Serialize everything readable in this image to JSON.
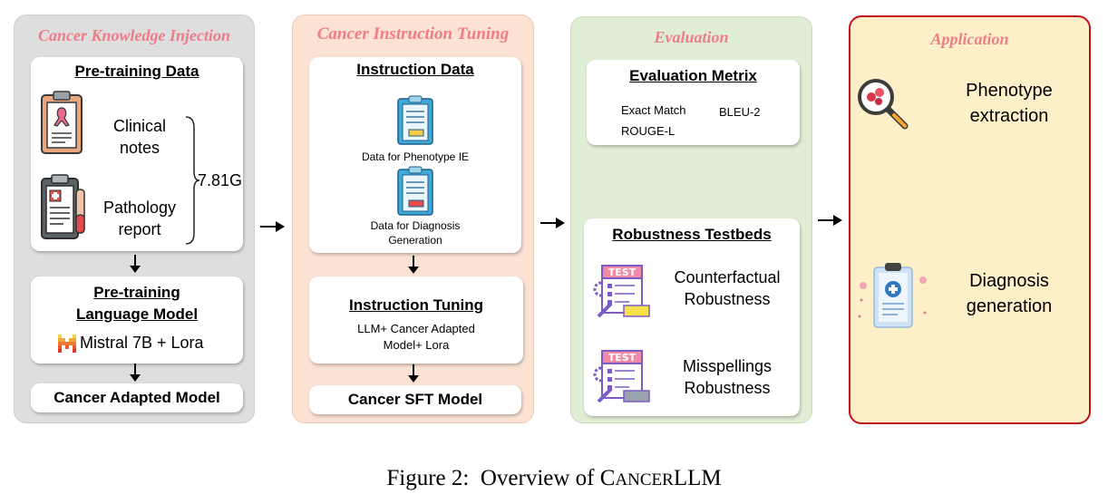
{
  "panels": {
    "injection": {
      "title": "Cancer Knowledge Injection",
      "pretraining_data": {
        "title": "Pre-training Data",
        "clinical_notes": [
          "Clinical",
          "notes"
        ],
        "pathology_report": [
          "Pathology",
          "report"
        ],
        "size": "7.81G"
      },
      "pretraining_model": {
        "title": [
          "Pre-training",
          "Language Model"
        ],
        "model": "Mistral 7B + Lora"
      },
      "adapted_model": "Cancer Adapted Model"
    },
    "instruction": {
      "title": "Cancer Instruction Tuning",
      "instruction_data": {
        "title": "Instruction Data",
        "phenotype": "Data for Phenotype IE",
        "diagnosis": [
          "Data for Diagnosis",
          "Generation"
        ]
      },
      "instruction_tuning": {
        "title": "Instruction Tuning",
        "desc": [
          "LLM+ Cancer Adapted",
          "Model+ Lora"
        ]
      },
      "sft_model": "Cancer SFT Model"
    },
    "evaluation": {
      "title": "Evaluation",
      "metrics": {
        "title": "Evaluation Metrix",
        "items": [
          "Exact Match",
          "BLEU-2",
          "ROUGE-L"
        ]
      },
      "robustness": {
        "title": "Robustness Testbeds",
        "counterfactual": [
          "Counterfactual",
          "Robustness"
        ],
        "misspellings": [
          "Misspellings",
          "Robustness"
        ]
      }
    },
    "application": {
      "title": "Application",
      "phenotype": [
        "Phenotype",
        "extraction"
      ],
      "diagnosis": [
        "Diagnosis",
        "generation"
      ]
    }
  },
  "caption": {
    "prefix": "Figure 2:  Overview of ",
    "cap_c": "C",
    "small_caps": "ANCER",
    "suffix": "LLM"
  },
  "colors": {
    "panel1_bg": "#dedede",
    "panel2_bg": "#fbe2d2",
    "panel3_bg": "#e0eed6",
    "panel4_bg": "#fdf0c8",
    "panel4_border": "#c2101d",
    "title_pink": "#ef7c86"
  }
}
